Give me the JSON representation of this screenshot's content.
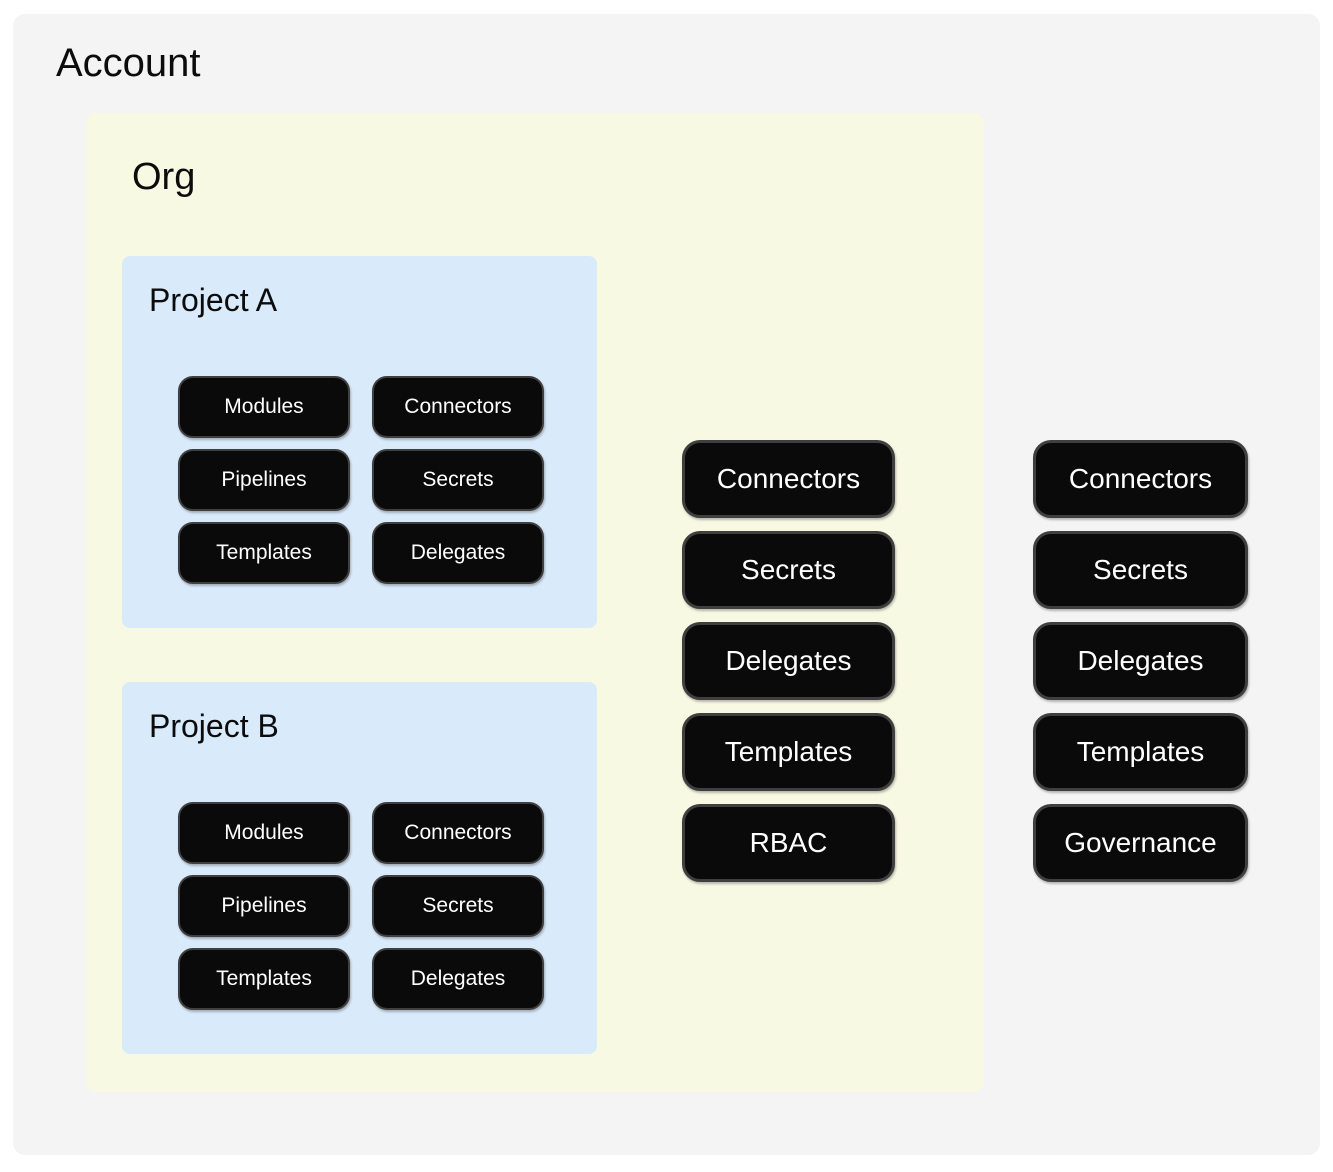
{
  "account": {
    "title": "Account",
    "resources": [
      "Connectors",
      "Secrets",
      "Delegates",
      "Templates",
      "Governance"
    ],
    "org": {
      "title": "Org",
      "resources": [
        "Connectors",
        "Secrets",
        "Delegates",
        "Templates",
        "RBAC"
      ],
      "projects": [
        {
          "title": "Project A",
          "resources": [
            "Modules",
            "Connectors",
            "Pipelines",
            "Secrets",
            "Templates",
            "Delegates"
          ]
        },
        {
          "title": "Project B",
          "resources": [
            "Modules",
            "Connectors",
            "Pipelines",
            "Secrets",
            "Templates",
            "Delegates"
          ]
        }
      ]
    }
  },
  "colors": {
    "account_bg": "#f3f4f3",
    "org_bg": "#f8f9e3",
    "project_bg": "#d9eafb",
    "chip_bg": "#0a0a0a",
    "chip_border": "#3f3f3f",
    "chip_text": "#ffffff",
    "title_text": "#0c0c0c"
  }
}
